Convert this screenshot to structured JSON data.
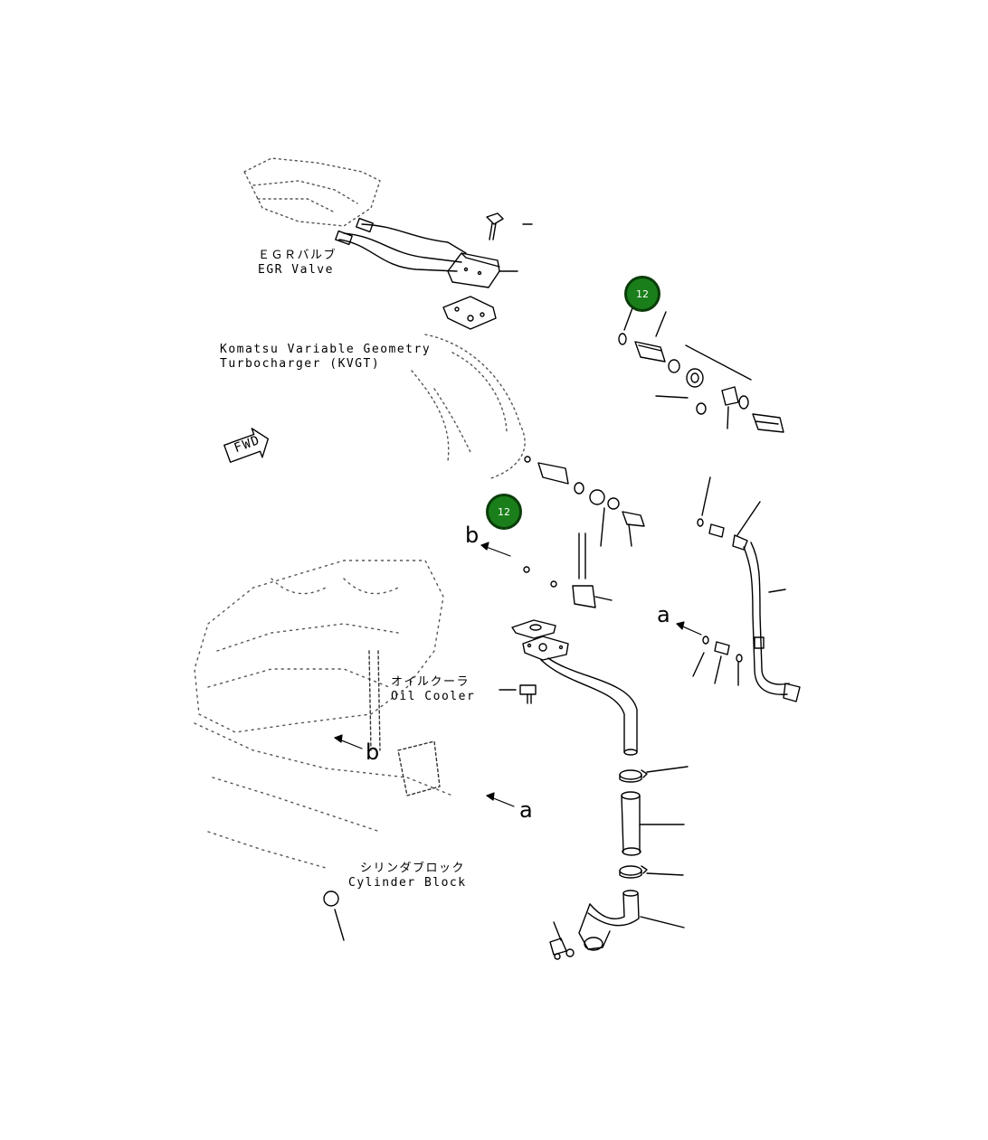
{
  "labels": {
    "egr_jp": "ＥＧＲバルブ",
    "egr_en": "EGR Valve",
    "turbo_1": "Komatsu Variable Geometry",
    "turbo_2": "Turbocharger (KVGT)",
    "fwd": "FWD",
    "oil_jp": "オイルクーラ",
    "oil_en": "Oil Cooler",
    "block_jp": "シリンダブロック",
    "block_en": "Cylinder Block",
    "arrow_a_1": "a",
    "arrow_a_2": "a",
    "arrow_b_1": "b",
    "arrow_b_2": "b"
  },
  "markers": [
    {
      "label": "12",
      "color": "#1a7f1a"
    },
    {
      "label": "12",
      "color": "#1a7f1a"
    }
  ]
}
